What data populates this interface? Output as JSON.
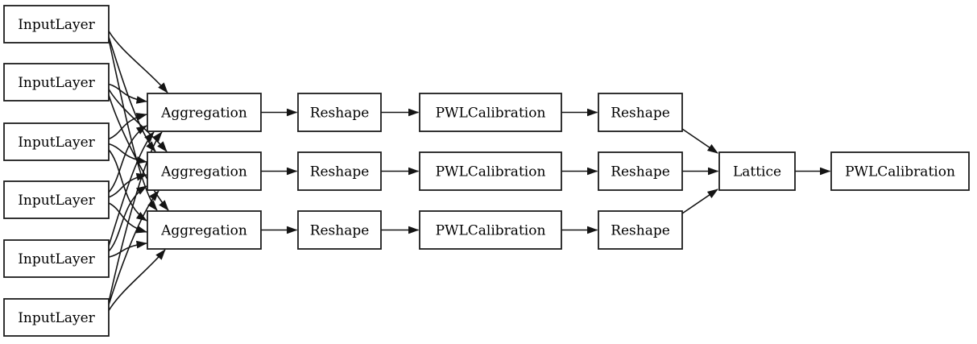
{
  "diagram": {
    "title": "keras-model-architecture-graph",
    "background_color": "#ffffff",
    "node_fill_color": "#ffffff",
    "node_border_color": "#1c1c1c",
    "edge_color": "#141414",
    "text_color": "#000000",
    "nodes": [
      {
        "id": "input1",
        "label": "InputLayer"
      },
      {
        "id": "input2",
        "label": "InputLayer"
      },
      {
        "id": "input3",
        "label": "InputLayer"
      },
      {
        "id": "input4",
        "label": "InputLayer"
      },
      {
        "id": "input5",
        "label": "InputLayer"
      },
      {
        "id": "input6",
        "label": "InputLayer"
      },
      {
        "id": "agg1",
        "label": "Aggregation"
      },
      {
        "id": "agg2",
        "label": "Aggregation"
      },
      {
        "id": "agg3",
        "label": "Aggregation"
      },
      {
        "id": "res1a",
        "label": "Reshape"
      },
      {
        "id": "res1b",
        "label": "Reshape"
      },
      {
        "id": "res1c",
        "label": "Reshape"
      },
      {
        "id": "pwl1a",
        "label": "PWLCalibration"
      },
      {
        "id": "pwl1b",
        "label": "PWLCalibration"
      },
      {
        "id": "pwl1c",
        "label": "PWLCalibration"
      },
      {
        "id": "res2a",
        "label": "Reshape"
      },
      {
        "id": "res2b",
        "label": "Reshape"
      },
      {
        "id": "res2c",
        "label": "Reshape"
      },
      {
        "id": "lattice",
        "label": "Lattice"
      },
      {
        "id": "pwlout",
        "label": "PWLCalibration"
      }
    ],
    "edges": [
      [
        "input1",
        "agg1"
      ],
      [
        "input1",
        "agg2"
      ],
      [
        "input1",
        "agg3"
      ],
      [
        "input2",
        "agg1"
      ],
      [
        "input2",
        "agg2"
      ],
      [
        "input2",
        "agg3"
      ],
      [
        "input3",
        "agg1"
      ],
      [
        "input3",
        "agg2"
      ],
      [
        "input3",
        "agg3"
      ],
      [
        "input4",
        "agg1"
      ],
      [
        "input4",
        "agg2"
      ],
      [
        "input4",
        "agg3"
      ],
      [
        "input5",
        "agg1"
      ],
      [
        "input5",
        "agg2"
      ],
      [
        "input5",
        "agg3"
      ],
      [
        "input6",
        "agg1"
      ],
      [
        "input6",
        "agg2"
      ],
      [
        "input6",
        "agg3"
      ],
      [
        "agg1",
        "res1a"
      ],
      [
        "res1a",
        "pwl1a"
      ],
      [
        "pwl1a",
        "res2a"
      ],
      [
        "res2a",
        "lattice"
      ],
      [
        "agg2",
        "res1b"
      ],
      [
        "res1b",
        "pwl1b"
      ],
      [
        "pwl1b",
        "res2b"
      ],
      [
        "res2b",
        "lattice"
      ],
      [
        "agg3",
        "res1c"
      ],
      [
        "res1c",
        "pwl1c"
      ],
      [
        "pwl1c",
        "res2c"
      ],
      [
        "res2c",
        "lattice"
      ],
      [
        "lattice",
        "pwlout"
      ]
    ]
  }
}
